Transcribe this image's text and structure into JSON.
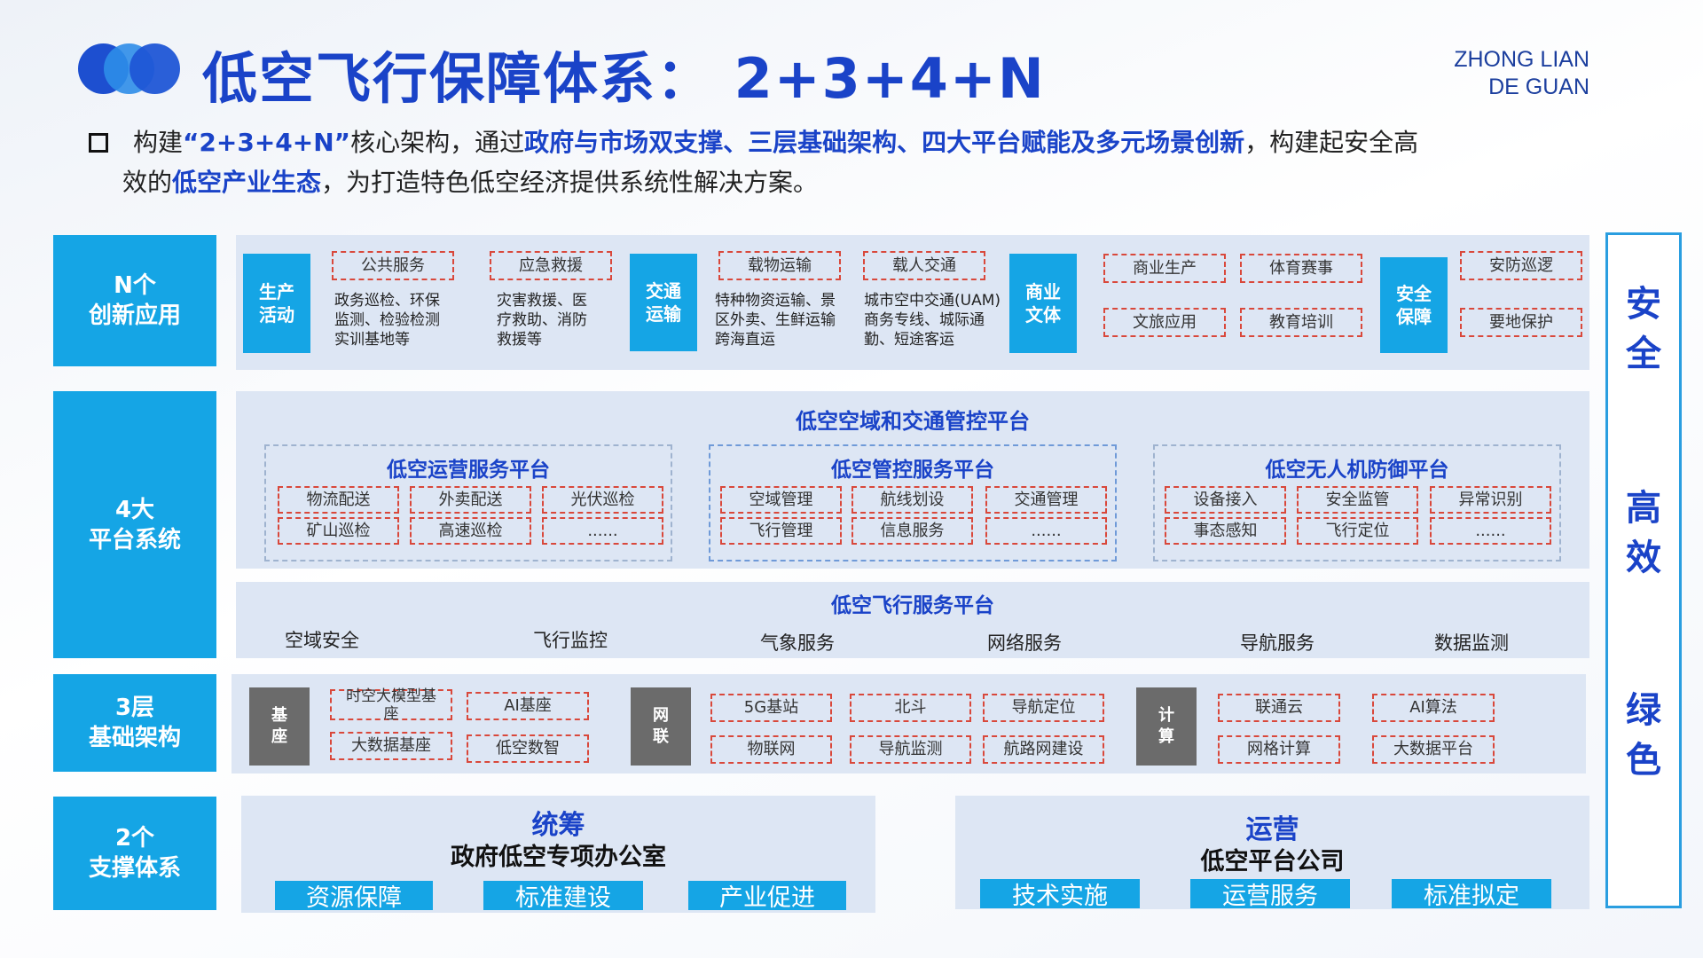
{
  "header": {
    "title": "低空飞行保障体系： 2+3+4+N",
    "company_line1": "ZHONG LIAN",
    "company_line2": "DE GUAN"
  },
  "intro": {
    "p1": "构建",
    "p2": "“2+3+4+N”",
    "p3": "核心架构，通过",
    "p4": "政府与市场双支撑、三层基础架构、四大平台赋能及多元场景创新",
    "p5": "，构建起安全高",
    "p6": "效的",
    "p7": "低空产业生态",
    "p8": "，为打造特色低空经济提供系统性解决方案。"
  },
  "labels": {
    "n": [
      "N个",
      "创新应用"
    ],
    "four": [
      "4大",
      "平台系统"
    ],
    "three": [
      "3层",
      "基础架构"
    ],
    "two": [
      "2个",
      "支撑体系"
    ]
  },
  "apps": {
    "production": {
      "chip": [
        "生产",
        "活动"
      ],
      "item1": "公共服务",
      "desc1": [
        "政务巡检、环保",
        "监测、检验检测",
        "实训基地等"
      ],
      "item2": "应急救援",
      "desc2": [
        "灾害救援、医",
        "疗救助、消防",
        "救援等"
      ]
    },
    "transport": {
      "chip": [
        "交通",
        "运输"
      ],
      "item1": "载物运输",
      "desc1": [
        "特种物资运输、景",
        "区外卖、生鲜运输",
        "跨海直运"
      ],
      "item2": "载人交通",
      "desc2": [
        "城市空中交通(UAM)",
        "商务专线、城际通",
        "勤、短途客运"
      ]
    },
    "commerce": {
      "chip": [
        "商业",
        "文体"
      ],
      "items": [
        "商业生产",
        "体育赛事",
        "文旅应用",
        "教育培训"
      ]
    },
    "security": {
      "chip": [
        "安全",
        "保障"
      ],
      "items": [
        "安防巡逻",
        "要地保护"
      ]
    }
  },
  "platforms": {
    "top_title": "低空空域和交通管控平台",
    "ops": {
      "title": "低空运营服务平台",
      "items": [
        "物流配送",
        "外卖配送",
        "光伏巡检",
        "矿山巡检",
        "高速巡检",
        "......"
      ]
    },
    "control": {
      "title": "低空管控服务平台",
      "items": [
        "空域管理",
        "航线划设",
        "交通管理",
        "飞行管理",
        "信息服务",
        "......"
      ]
    },
    "defense": {
      "title": "低空无人机防御平台",
      "items": [
        "设备接入",
        "安全监管",
        "异常识别",
        "事态感知",
        "飞行定位",
        "......"
      ]
    },
    "flight": {
      "title": "低空飞行服务平台",
      "items": [
        "空域安全",
        "飞行监控",
        "气象服务",
        "网络服务",
        "导航服务",
        "数据监测"
      ]
    }
  },
  "infra": {
    "base": {
      "chip": [
        "基",
        "座"
      ],
      "items": [
        "时空大模型基座",
        "AI基座",
        "大数据基座",
        "低空数智"
      ]
    },
    "network": {
      "chip": [
        "网",
        "联"
      ],
      "items": [
        "5G基站",
        "北斗",
        "导航定位",
        "物联网",
        "导航监测",
        "航路网建设"
      ]
    },
    "compute": {
      "chip": [
        "计",
        "算"
      ],
      "items": [
        "联通云",
        "AI算法",
        "网格计算",
        "大数据平台"
      ]
    }
  },
  "support": {
    "gov": {
      "role": "统筹",
      "org": "政府低空专项办公室",
      "tags": [
        "资源保障",
        "标准建设",
        "产业促进"
      ]
    },
    "market": {
      "role": "运营",
      "org": "低空平台公司",
      "tags": [
        "技术实施",
        "运营服务",
        "标准拟定"
      ]
    }
  },
  "right_words": [
    "安",
    "全",
    "高",
    "效",
    "绿",
    "色"
  ]
}
